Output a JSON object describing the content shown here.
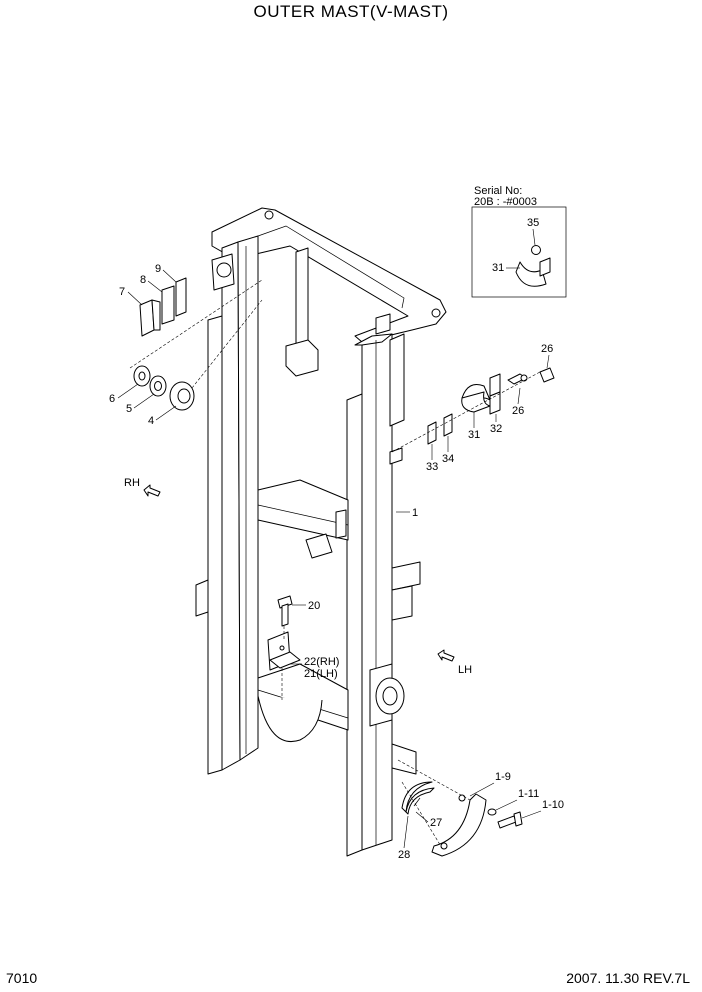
{
  "title": "OUTER MAST(V-MAST)",
  "footer": {
    "page_code": "7010",
    "date_rev": "2007. 11.30  REV.7L"
  },
  "inset": {
    "serial_label": "Serial No:",
    "serial_range": "20B : -#0003",
    "parts": [
      "35",
      "31"
    ]
  },
  "direction_labels": {
    "rh": "RH",
    "lh": "LH"
  },
  "callouts": {
    "c1": "1",
    "c4": "4",
    "c5": "5",
    "c6": "6",
    "c7": "7",
    "c8": "8",
    "c9": "9",
    "c20": "20",
    "c22": "22(RH)",
    "c21": "21(LH)",
    "c26a": "26",
    "c26b": "26",
    "c31": "31",
    "c32": "32",
    "c33": "33",
    "c34": "34",
    "c1_9": "1-9",
    "c1_11": "1-11",
    "c1_10": "1-10",
    "c27": "27",
    "c28": "28"
  }
}
